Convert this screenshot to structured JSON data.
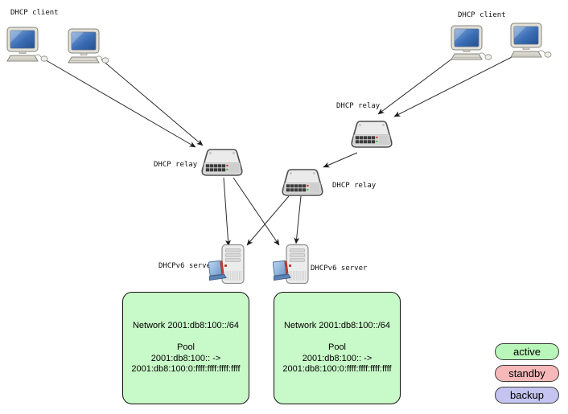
{
  "canvas": {
    "background": "#ffffff",
    "arrow_color": "#1a1a1a"
  },
  "nodes": {
    "client_group_left": {
      "label": "DHCP client"
    },
    "client_group_right": {
      "label": "DHCP client"
    },
    "relay_left": {
      "label": "DHCP relay"
    },
    "relay_right_upper": {
      "label": "DHCP relay"
    },
    "relay_middle": {
      "label": "DHCP relay"
    },
    "server_left": {
      "label": "DHCPv6 server"
    },
    "server_right": {
      "label": "DHCPv6 server"
    }
  },
  "icons": {
    "client": "desktop-computer-icon",
    "relay": "network-switch-icon",
    "server": "server-tower-icon"
  },
  "info_boxes": [
    {
      "fill": "#c8f9c8",
      "network": "Network 2001:db8:100::/64",
      "pool_title": "Pool",
      "pool_range_from": "2001:db8:100:: ->",
      "pool_range_to": "2001:db8:100:0:ffff:ffff:ffff:ffff"
    },
    {
      "fill": "#c8f9c8",
      "network": "Network 2001:db8:100::/64",
      "pool_title": "Pool",
      "pool_range_from": "2001:db8:100:: ->",
      "pool_range_to": "2001:db8:100:0:ffff:ffff:ffff:ffff"
    }
  ],
  "legend": [
    {
      "label": "active",
      "color": "#b9f6b9"
    },
    {
      "label": "standby",
      "color": "#f6b8b8"
    },
    {
      "label": "backup",
      "color": "#c4c4f0"
    }
  ]
}
